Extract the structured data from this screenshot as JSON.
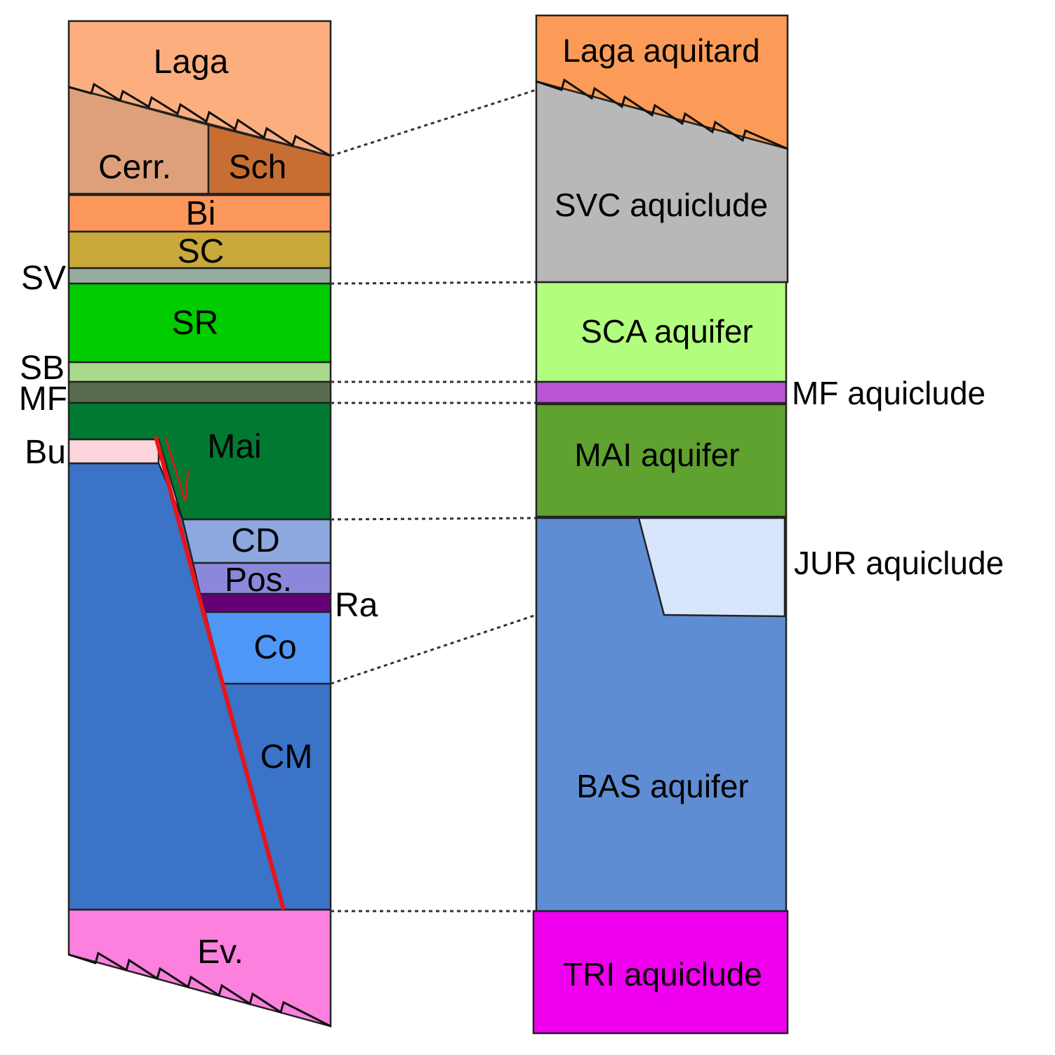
{
  "left_column": {
    "labels": {
      "laga": "Laga",
      "cerr": "Cerr.",
      "sch": "Sch",
      "bi": "Bi",
      "sc": "SC",
      "sv": "SV",
      "sr": "SR",
      "sb": "SB",
      "mf": "MF",
      "bu": "Bu",
      "mai": "Mai",
      "cd": "CD",
      "pos": "Pos.",
      "ra": "Ra",
      "co": "Co",
      "cm": "CM",
      "ev": "Ev."
    },
    "colors": {
      "laga": "#fcae7f",
      "cerr": "#dda07b",
      "sch": "#c86e33",
      "bi": "#fb975b",
      "sc": "#c8a93a",
      "sv": "#96ae9e",
      "sr": "#00cc00",
      "sb": "#a8d98c",
      "mf": "#5a6b4e",
      "bu": "#fcd4dc",
      "mai": "#007a33",
      "cd": "#8ca8de",
      "pos": "#8b88dc",
      "ra": "#660077",
      "co": "#4f97f7",
      "cm": "#3a73c8",
      "ev": "#fc80de",
      "fault": "#e8141a"
    }
  },
  "right_column": {
    "labels": {
      "laga_aquitard": "Laga aquitard",
      "svc_aquiclude": "SVC aquiclude",
      "sca_aquifer": "SCA aquifer",
      "mf_aquiclude": "MF aquiclude",
      "mai_aquifer": "MAI aquifer",
      "jur_aquiclude": "JUR aquiclude",
      "bas_aquifer": "BAS aquifer",
      "tri_aquiclude": "TRI aquiclude"
    },
    "colors": {
      "laga_aquitard": "#fc9b57",
      "svc_aquiclude": "#b8b8b8",
      "sca_aquifer": "#b3fd7e",
      "mf_aquiclude": "#bb55d8",
      "mai_aquifer": "#5fa230",
      "jur_aquiclude": "#d8e6fc",
      "bas_aquifer": "#5f8dd4",
      "tri_aquiclude": "#ee00ee"
    }
  }
}
